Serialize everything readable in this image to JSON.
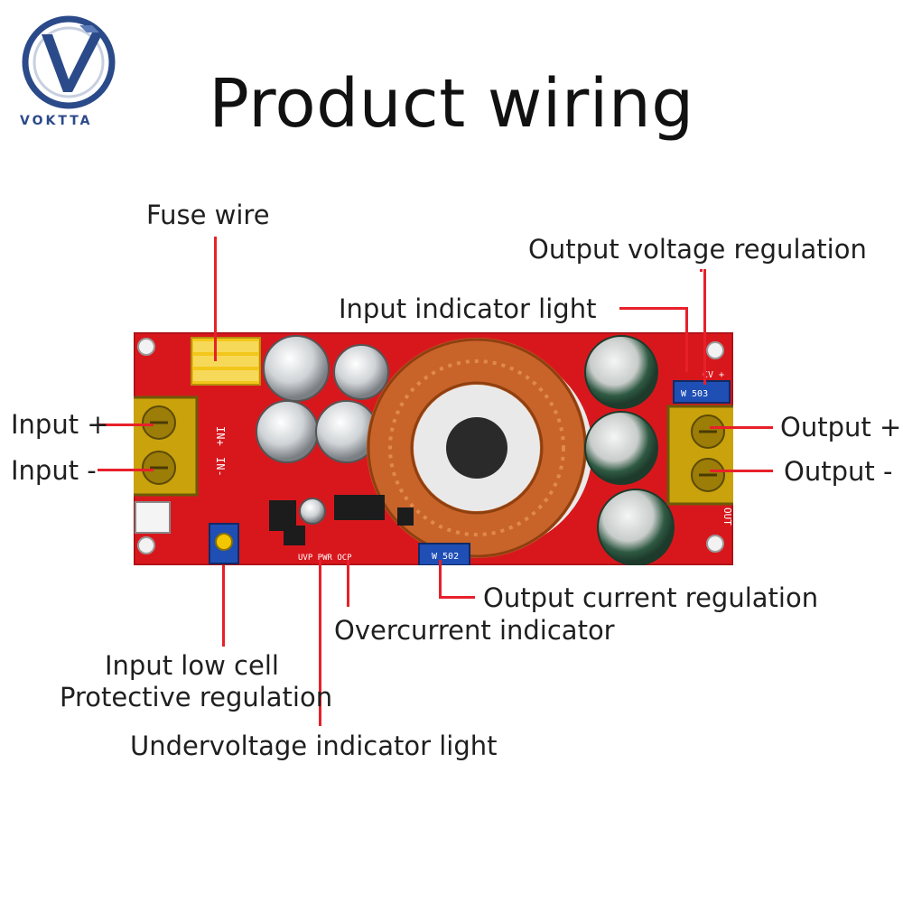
{
  "logo": {
    "text": "VOKTTA"
  },
  "title": "Product wiring",
  "labels": {
    "fuse_wire": "Fuse wire",
    "output_voltage_regulation": "Output voltage regulation",
    "input_indicator_light": "Input indicator light",
    "input_plus": "Input +",
    "input_minus": "Input -",
    "output_plus": "Output +",
    "output_minus": "Output -",
    "output_current_regulation": "Output current regulation",
    "overcurrent_indicator": "Overcurrent indicator",
    "input_low_cell_line1": "Input low cell",
    "input_low_cell_line2": "Protective regulation",
    "undervoltage_indicator_light": "Undervoltage indicator light"
  },
  "board_marks": {
    "in_plus": "IN+",
    "in_minus": "IN-",
    "out": "OUT",
    "cv": "CV +",
    "trim_output": "W 502",
    "trim_voltage": "W 503",
    "indicator_row": "UVP  PWR  OCP"
  },
  "colors": {
    "pcb": "#d8171d",
    "leader_line": "#e8202a",
    "copper": "#c8642a",
    "terminal": "#b8960a",
    "trimmer": "#1f4fb5",
    "logo": "#2b4a8a"
  }
}
